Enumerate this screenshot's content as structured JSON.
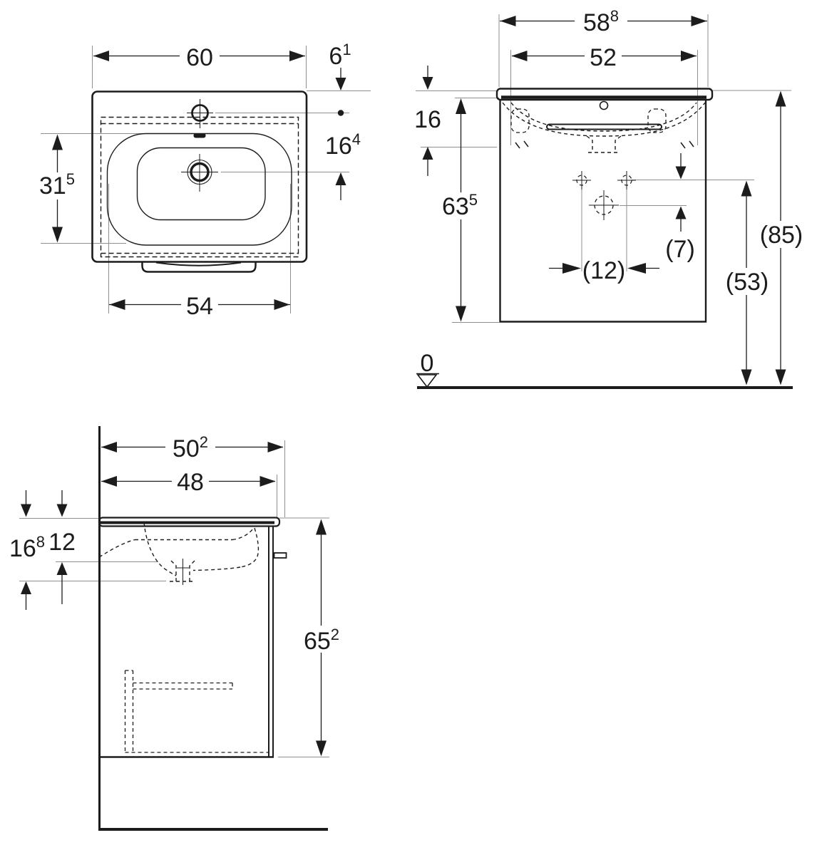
{
  "colors": {
    "line": "#1c1c1c",
    "leader": "#8f8f8f",
    "background": "#ffffff"
  },
  "views": {
    "top": {
      "dims": {
        "overall_width": {
          "main": "60",
          "sup": ""
        },
        "tap_hole_offset": {
          "main": "6",
          "sup": "1"
        },
        "tap_to_drain": {
          "main": "16",
          "sup": "4"
        },
        "bowl_depth": {
          "main": "31",
          "sup": "5"
        },
        "bowl_width": {
          "main": "54",
          "sup": ""
        }
      }
    },
    "front": {
      "dims": {
        "washbasin_width": {
          "main": "58",
          "sup": "8"
        },
        "cabinet_width": {
          "main": "52",
          "sup": ""
        },
        "washbasin_height": {
          "main": "16",
          "sup": ""
        },
        "cabinet_height": {
          "main": "63",
          "sup": "5"
        },
        "drain_offset": {
          "main": "(7)",
          "sup": ""
        },
        "fixing_hole_spacing": {
          "main": "(12)",
          "sup": ""
        },
        "fixing_hole_height": {
          "main": "(53)",
          "sup": ""
        },
        "rim_height": {
          "main": "(85)",
          "sup": ""
        },
        "floor_datum": {
          "main": "0",
          "sup": ""
        }
      }
    },
    "side": {
      "dims": {
        "overall_depth": {
          "main": "50",
          "sup": "2"
        },
        "cabinet_depth": {
          "main": "48",
          "sup": ""
        },
        "siphon_depth": {
          "main": "16",
          "sup": "8"
        },
        "bowl_inner_depth": {
          "main": "12",
          "sup": ""
        },
        "unit_height": {
          "main": "65",
          "sup": "2"
        }
      }
    }
  }
}
